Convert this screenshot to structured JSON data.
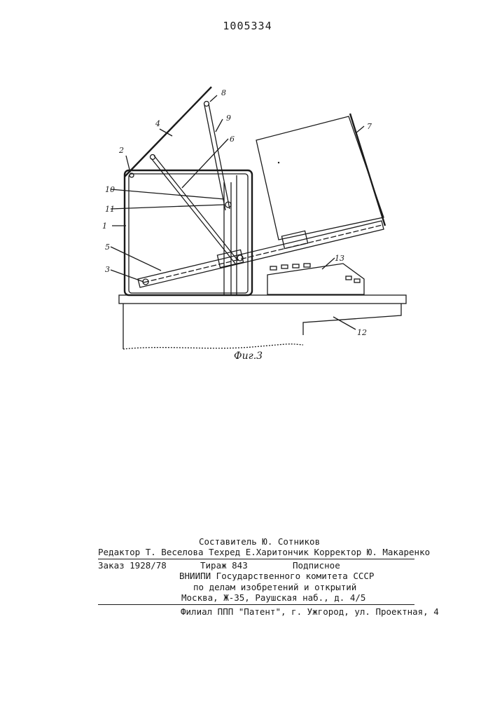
{
  "header": {
    "patent_number": "1005334"
  },
  "figure": {
    "caption": "Фиг.3",
    "labels": [
      "1",
      "2",
      "3",
      "4",
      "5",
      "6",
      "7",
      "8",
      "9",
      "10",
      "11",
      "12",
      "13"
    ]
  },
  "imprint": {
    "compiler": "Составитель Ю. Сотников",
    "editors": "Редактор Т. Веселова Техред Е.Харитончик   Корректор Ю. Макаренко",
    "order": "Заказ 1928/78",
    "circulation": "Тираж 843",
    "subscription": "Подписное",
    "org_line1": "ВНИИПИ Государственного комитета СССР",
    "org_line2": "по делам изобретений и открытий",
    "org_line3": "Москва, Ж-35, Раушская наб., д. 4/5",
    "branch": "Филиал ППП \"Патент\", г. Ужгород, ул. Проектная, 4"
  }
}
